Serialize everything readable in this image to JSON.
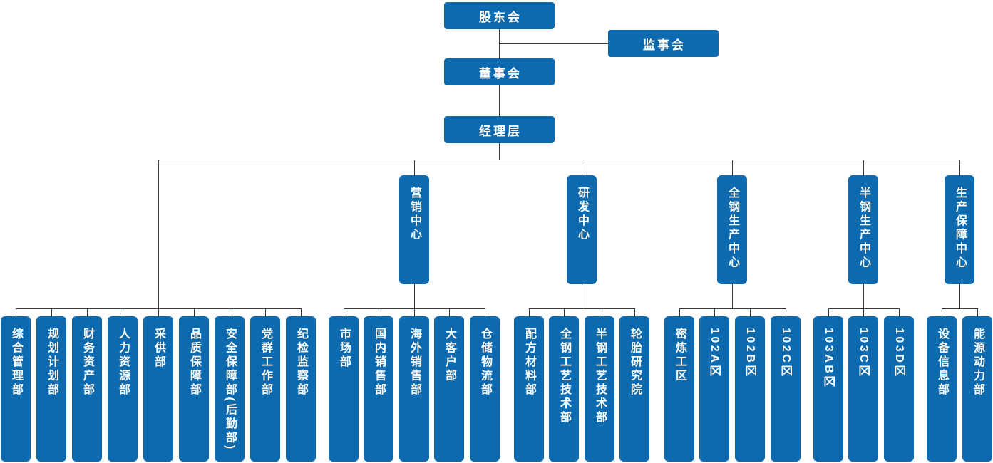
{
  "colors": {
    "node_fill": "#0d6aae",
    "node_text": "#ffffff",
    "connector": "#3a3a3a",
    "background": "#ffffff"
  },
  "governance": {
    "shareholders": "股东会",
    "supervisory_board": "监事会",
    "board_of_directors": "董事会",
    "management": "经理层"
  },
  "hq_departments": [
    "综合管理部",
    "规划计划部",
    "财务资产部",
    "人力资源部",
    "采供部",
    "品质保障部",
    "安全保障部(后勤部)",
    "党群工作部",
    "纪检监察部"
  ],
  "centers": [
    {
      "label": "营销中心",
      "children": [
        "市场部",
        "国内销售部",
        "海外销售部",
        "大客户部",
        "仓储物流部"
      ]
    },
    {
      "label": "研发中心",
      "children": [
        "配方材料部",
        "全钢工艺技术部",
        "半钢工艺技术部",
        "轮胎研究院"
      ]
    },
    {
      "label": "全钢生产中心",
      "children": [
        "密炼工区",
        "102A区",
        "102B区",
        "102C区"
      ]
    },
    {
      "label": "半钢生产中心",
      "children": [
        "103AB区",
        "103C区",
        "103D区"
      ]
    },
    {
      "label": "生产保障中心",
      "children": [
        "设备信息部",
        "能源动力部"
      ]
    }
  ]
}
